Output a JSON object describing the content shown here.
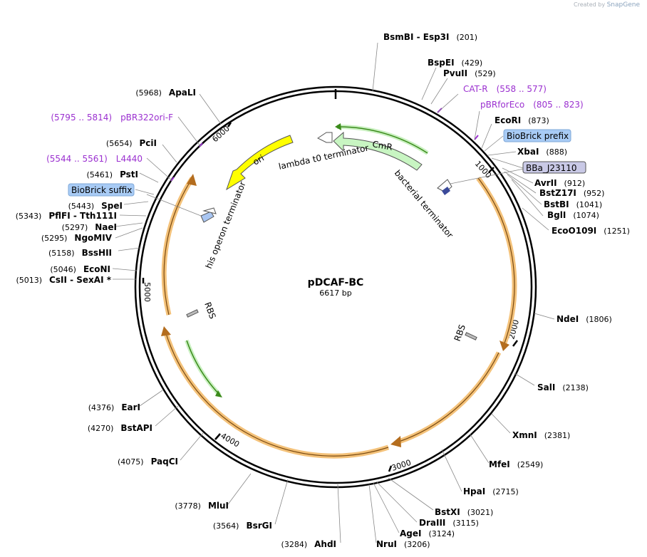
{
  "plasmid": {
    "name": "pDCAF-BC",
    "length_label": "6617 bp",
    "length": 6617
  },
  "credit": {
    "prefix": "Created by",
    "brand": "SnapGene"
  },
  "ticks": [
    "1000",
    "2000",
    "3000",
    "4000",
    "5000",
    "6000"
  ],
  "sites": [
    {
      "name": "BsmBI",
      "suffix": " - Esp3I",
      "pos": "(201)",
      "bp": 201
    },
    {
      "name": "BspEI",
      "suffix": "",
      "pos": "(429)",
      "bp": 429
    },
    {
      "name": "PvuII",
      "suffix": "",
      "pos": "(529)",
      "bp": 529
    },
    {
      "name": "EcoRI",
      "suffix": "",
      "pos": "(873)",
      "bp": 873
    },
    {
      "name": "XbaI",
      "suffix": "",
      "pos": "(888)",
      "bp": 888
    },
    {
      "name": "AvrII",
      "suffix": "",
      "pos": "(912)",
      "bp": 912
    },
    {
      "name": "BstZ17I",
      "suffix": "",
      "pos": "(952)",
      "bp": 952
    },
    {
      "name": "BstBI",
      "suffix": "",
      "pos": "(1041)",
      "bp": 1041
    },
    {
      "name": "BglI",
      "suffix": "",
      "pos": "(1074)",
      "bp": 1074
    },
    {
      "name": "EcoO109I",
      "suffix": "",
      "pos": "(1251)",
      "bp": 1251
    },
    {
      "name": "NdeI",
      "suffix": "",
      "pos": "(1806)",
      "bp": 1806
    },
    {
      "name": "SalI",
      "suffix": "",
      "pos": "(2138)",
      "bp": 2138
    },
    {
      "name": "XmnI",
      "suffix": "",
      "pos": "(2381)",
      "bp": 2381
    },
    {
      "name": "MfeI",
      "suffix": "",
      "pos": "(2549)",
      "bp": 2549
    },
    {
      "name": "HpaI",
      "suffix": "",
      "pos": "(2715)",
      "bp": 2715
    },
    {
      "name": "BstXI",
      "suffix": "",
      "pos": "(3021)",
      "bp": 3021
    },
    {
      "name": "DraIII",
      "suffix": "",
      "pos": "(3115)",
      "bp": 3115
    },
    {
      "name": "AgeI",
      "suffix": "",
      "pos": "(3124)",
      "bp": 3124
    },
    {
      "name": "NruI",
      "suffix": "",
      "pos": "(3206)",
      "bp": 3206
    },
    {
      "name": "AhdI",
      "suffix": "",
      "pos": "(3284)",
      "bp": 3284
    },
    {
      "name": "BsrGI",
      "suffix": "",
      "pos": "(3564)",
      "bp": 3564
    },
    {
      "name": "MluI",
      "suffix": "",
      "pos": "(3778)",
      "bp": 3778
    },
    {
      "name": "PaqCI",
      "suffix": "",
      "pos": "(4075)",
      "bp": 4075
    },
    {
      "name": "BstAPI",
      "suffix": "",
      "pos": "(4270)",
      "bp": 4270
    },
    {
      "name": "EarI",
      "suffix": "",
      "pos": "(4376)",
      "bp": 4376
    },
    {
      "name": "CsII",
      "suffix": " - SexAI *",
      "pos": "(5013)",
      "bp": 5013
    },
    {
      "name": "EcoNI",
      "suffix": "",
      "pos": "(5046)",
      "bp": 5046
    },
    {
      "name": "BssHII",
      "suffix": "",
      "pos": "(5158)",
      "bp": 5158
    },
    {
      "name": "NgoMIV",
      "suffix": "",
      "pos": "(5295)",
      "bp": 5295
    },
    {
      "name": "NaeI",
      "suffix": "",
      "pos": "(5297)",
      "bp": 5297
    },
    {
      "name": "PflFI",
      "suffix": " - Tth111I",
      "pos": "(5343)",
      "bp": 5343
    },
    {
      "name": "SpeI",
      "suffix": "",
      "pos": "(5443)",
      "bp": 5443
    },
    {
      "name": "PstI",
      "suffix": "",
      "pos": "(5461)",
      "bp": 5461
    },
    {
      "name": "PciI",
      "suffix": "",
      "pos": "(5654)",
      "bp": 5654
    },
    {
      "name": "ApaLI",
      "suffix": "",
      "pos": "(5968)",
      "bp": 5968
    }
  ],
  "primers": [
    {
      "name": "CAT-R",
      "range": "(558 .. 577)"
    },
    {
      "name": "pBRforEco",
      "range": "(805 .. 823)"
    },
    {
      "name": "pBR322ori-F",
      "range": "(5795 .. 5814)"
    },
    {
      "name": "L4440",
      "range": "(5544 .. 5561)"
    }
  ],
  "boxed": [
    {
      "name": "BioBrick prefix",
      "color": "#a8cbf5"
    },
    {
      "name": "BBa_J23110",
      "color": "#c9c9e6"
    },
    {
      "name": "BioBrick suffix",
      "color": "#a8cbf5"
    }
  ],
  "features": {
    "cmr": "CmR",
    "ori": "ori",
    "lambda": "lambda t0 terminator",
    "bacterial": "bacterial terminator",
    "his": "his operon terminator",
    "rbs1": "RBS",
    "rbs2": "RBS"
  },
  "colors": {
    "backbone": "#000000",
    "orf": "#f4c27a",
    "cmr": "#c8f5c2",
    "ori": "#ffff00",
    "primer": "#9b30d0"
  }
}
